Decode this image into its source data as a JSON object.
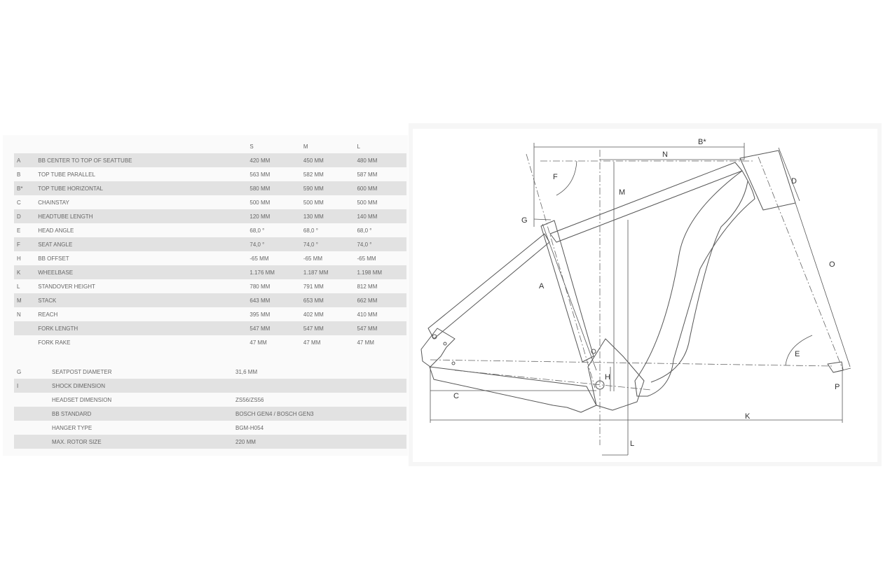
{
  "geometry": {
    "sizes": [
      "S",
      "M",
      "L"
    ],
    "rows": [
      {
        "code": "A",
        "name": "BB CENTER TO TOP OF SEATTUBE",
        "s": "420 MM",
        "m": "450 MM",
        "l": "480 MM"
      },
      {
        "code": "B",
        "name": "TOP TUBE PARALLEL",
        "s": "563 MM",
        "m": "582 MM",
        "l": "587 MM"
      },
      {
        "code": "B*",
        "name": "TOP TUBE HORIZONTAL",
        "s": "580 MM",
        "m": "590 MM",
        "l": "600 MM"
      },
      {
        "code": "C",
        "name": "CHAINSTAY",
        "s": "500 MM",
        "m": "500 MM",
        "l": "500 MM"
      },
      {
        "code": "D",
        "name": "HEADTUBE LENGTH",
        "s": "120 MM",
        "m": "130 MM",
        "l": "140 MM"
      },
      {
        "code": "E",
        "name": "HEAD ANGLE",
        "s": "68,0 °",
        "m": "68,0 °",
        "l": "68,0 °"
      },
      {
        "code": "F",
        "name": "SEAT ANGLE",
        "s": "74,0 °",
        "m": "74,0 °",
        "l": "74,0 °"
      },
      {
        "code": "H",
        "name": "BB OFFSET",
        "s": "-65 MM",
        "m": "-65 MM",
        "l": "-65 MM"
      },
      {
        "code": "K",
        "name": "WHEELBASE",
        "s": "1.176 MM",
        "m": "1.187 MM",
        "l": "1.198 MM"
      },
      {
        "code": "L",
        "name": "STANDOVER HEIGHT",
        "s": "780 MM",
        "m": "791 MM",
        "l": "812 MM"
      },
      {
        "code": "M",
        "name": "STACK",
        "s": "643 MM",
        "m": "653 MM",
        "l": "662 MM"
      },
      {
        "code": "N",
        "name": "REACH",
        "s": "395 MM",
        "m": "402 MM",
        "l": "410 MM"
      },
      {
        "code": "",
        "name": "FORK LENGTH",
        "s": "547 MM",
        "m": "547 MM",
        "l": "547 MM"
      },
      {
        "code": "",
        "name": "FORK RAKE",
        "s": "47 MM",
        "m": "47 MM",
        "l": "47 MM"
      }
    ]
  },
  "extras": [
    {
      "code": "G",
      "name": "SEATPOST DIAMETER",
      "value": "31,6 MM"
    },
    {
      "code": "I",
      "name": "SHOCK DIMENSION",
      "value": ""
    },
    {
      "code": "",
      "name": "HEADSET DIMENSION",
      "value": "ZS56/ZS56"
    },
    {
      "code": "",
      "name": "BB STANDARD",
      "value": "BOSCH GEN4 / BOSCH GEN3"
    },
    {
      "code": "",
      "name": "HANGER TYPE",
      "value": "BGM-H054"
    },
    {
      "code": "",
      "name": "MAX. ROTOR SIZE",
      "value": "220 MM"
    }
  ],
  "diagram_labels": {
    "b_star": "B*",
    "n": "N",
    "d": "D",
    "f": "F",
    "m": "M",
    "g": "G",
    "o": "O",
    "a": "A",
    "e": "E",
    "h": "H",
    "c": "C",
    "p": "P",
    "k": "K",
    "l": "L"
  },
  "colors": {
    "line": "#555555",
    "row_shade": "#e2e2e2"
  }
}
